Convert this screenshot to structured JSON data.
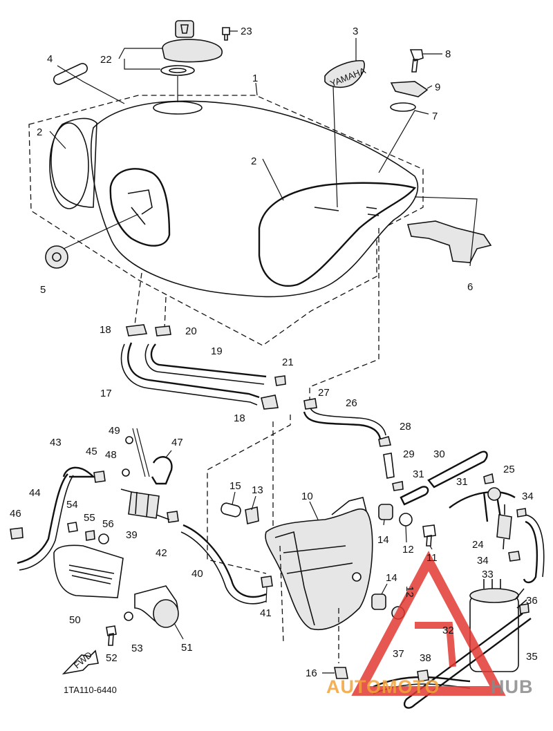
{
  "diagram_code": "1TA110-6440",
  "fwd_label": "FWD",
  "watermark": {
    "text_a": "AUTOMOTO",
    "text_b": "HUB",
    "color_a": "#f2a33a",
    "color_b": "#8a8a8a",
    "logo_color": "#e23a33"
  },
  "tank_badge_text": "YAMAHA",
  "callouts": [
    "1",
    "2",
    "2",
    "3",
    "4",
    "5",
    "6",
    "7",
    "8",
    "9",
    "10",
    "11",
    "12",
    "12",
    "13",
    "14",
    "14",
    "15",
    "16",
    "17",
    "18",
    "18",
    "19",
    "20",
    "21",
    "22",
    "23",
    "24",
    "25",
    "26",
    "27",
    "28",
    "29",
    "30",
    "31",
    "31",
    "32",
    "33",
    "34",
    "34",
    "35",
    "36",
    "37",
    "38",
    "39",
    "40",
    "41",
    "42",
    "43",
    "44",
    "45",
    "46",
    "47",
    "48",
    "49",
    "50",
    "51",
    "52",
    "53",
    "54",
    "55",
    "56"
  ]
}
